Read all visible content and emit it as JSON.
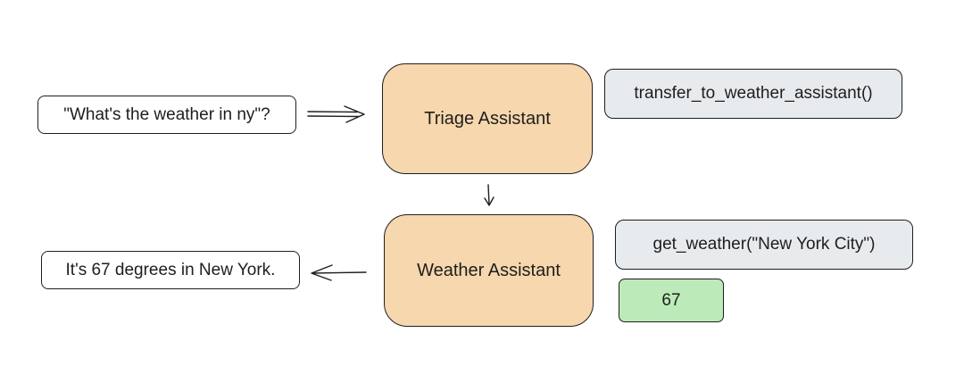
{
  "nodes": {
    "user_query": "\"What's the weather in ny\"?",
    "triage_assistant": "Triage Assistant",
    "transfer_call": "transfer_to_weather_assistant()",
    "weather_assistant": "Weather Assistant",
    "weather_call": "get_weather(\"New York City\")",
    "weather_result": "67",
    "final_response": "It's 67 degrees in New York."
  },
  "colors": {
    "assistant_fill": "#f7d7ad",
    "function_fill": "#e8ebee",
    "result_fill": "#bdeab9",
    "stroke": "#1e1e1e"
  },
  "edges": [
    {
      "from": "user_query",
      "to": "triage_assistant",
      "style": "double-line-arrow"
    },
    {
      "from": "triage_assistant",
      "to": "weather_assistant",
      "style": "arrow"
    },
    {
      "from": "weather_assistant",
      "to": "final_response",
      "style": "arrow"
    }
  ]
}
